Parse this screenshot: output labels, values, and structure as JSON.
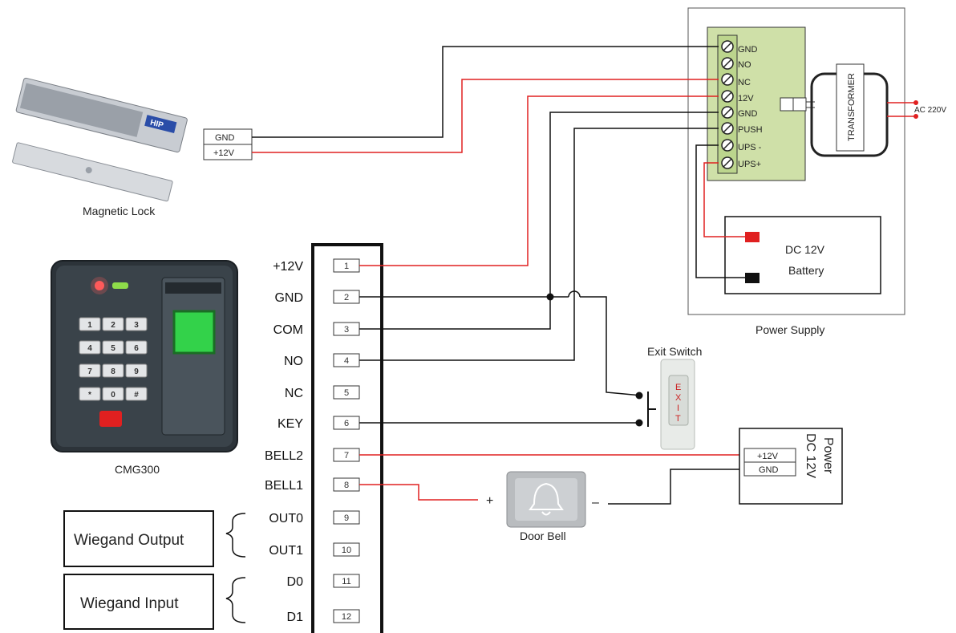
{
  "magnetic_lock": {
    "caption": "Magnetic Lock",
    "brand": "HIP",
    "terminals": [
      "GND",
      "+12V"
    ]
  },
  "power_supply": {
    "caption": "Power Supply",
    "terminals": [
      "GND",
      "NO",
      "NC",
      "12V",
      "GND",
      "PUSH",
      "UPS -",
      "UPS+"
    ],
    "transformer": "TRANSFORMER",
    "ac_input": "AC 220V",
    "battery": {
      "line1": "DC 12V",
      "line2": "Battery"
    }
  },
  "controller": {
    "caption": "CMG300",
    "keypad_keys": [
      "1",
      "2",
      "3",
      "4",
      "5",
      "6",
      "7",
      "8",
      "9",
      "*",
      "0",
      "#"
    ],
    "pins": [
      {
        "number": "1",
        "label": "+12V"
      },
      {
        "number": "2",
        "label": "GND"
      },
      {
        "number": "3",
        "label": "COM"
      },
      {
        "number": "4",
        "label": "NO"
      },
      {
        "number": "5",
        "label": "NC"
      },
      {
        "number": "6",
        "label": "KEY"
      },
      {
        "number": "7",
        "label": "BELL2"
      },
      {
        "number": "8",
        "label": "BELL1"
      },
      {
        "number": "9",
        "label": "OUT0"
      },
      {
        "number": "10",
        "label": "OUT1"
      },
      {
        "number": "11",
        "label": "D0"
      },
      {
        "number": "12",
        "label": "D1"
      }
    ]
  },
  "exit_switch": {
    "caption": "Exit Switch",
    "letters": [
      "E",
      "X",
      "I",
      "T"
    ]
  },
  "door_bell": {
    "caption": "Door Bell",
    "plus": "+",
    "minus": "–"
  },
  "bell_power": {
    "title_line1": "Power",
    "title_line2": "DC 12V",
    "terminals": [
      "+12V",
      "GND"
    ]
  },
  "wiegand_output": {
    "label": "Wiegand Output"
  },
  "wiegand_input": {
    "label": "Wiegand Input"
  },
  "colors": {
    "power_wire": "#e02020",
    "ground_wire": "#111111",
    "psu_board": "#cfe0a8"
  }
}
